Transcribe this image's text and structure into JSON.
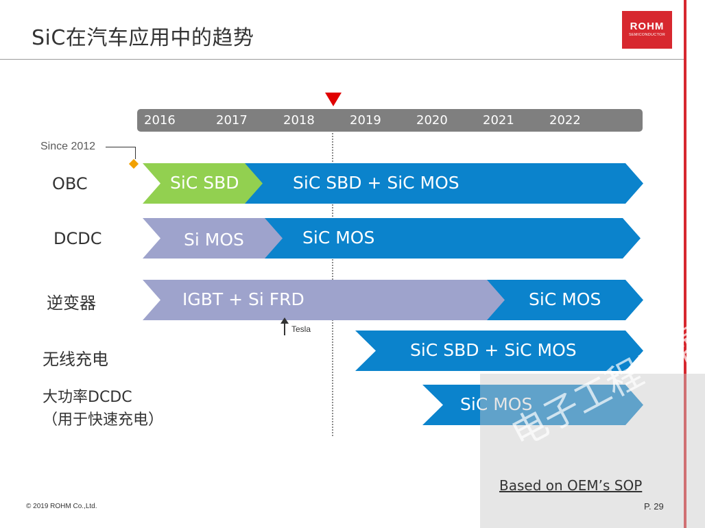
{
  "title": "SiC在汽车应用中的趋势",
  "logo": {
    "main": "ROHM",
    "sub": "SEMICONDUCTOR"
  },
  "timeline": {
    "years": [
      "2016",
      "2017",
      "2018",
      "2019",
      "2020",
      "2021",
      "2022"
    ]
  },
  "since_label": "Since 2012",
  "rows": {
    "obc": {
      "label": "OBC",
      "seg1": "SiC SBD",
      "seg2": "SiC SBD + SiC MOS"
    },
    "dcdc": {
      "label": "DCDC",
      "seg1": "Si MOS",
      "seg2": "SiC MOS"
    },
    "inverter": {
      "label": "逆变器",
      "seg1": "IGBT + Si FRD",
      "seg2": "SiC MOS"
    },
    "wireless": {
      "label": "无线充电",
      "seg1": "SiC SBD + SiC MOS"
    },
    "fast": {
      "label_line1": "大功率DCDC",
      "label_line2": "（用于快速充电）",
      "seg1": "SiC MOS"
    }
  },
  "tesla_label": "Tesla",
  "watermark": "电子工程专辑",
  "note": "Based on OEM’s SOP",
  "copyright": "© 2019 ROHM Co.,Ltd.",
  "page": "P. 29",
  "colors": {
    "accent_red": "#d7282f",
    "green": "#92d050",
    "blue": "#0b83cc",
    "lavender": "#9ea3cc",
    "marker": "#e00000"
  }
}
